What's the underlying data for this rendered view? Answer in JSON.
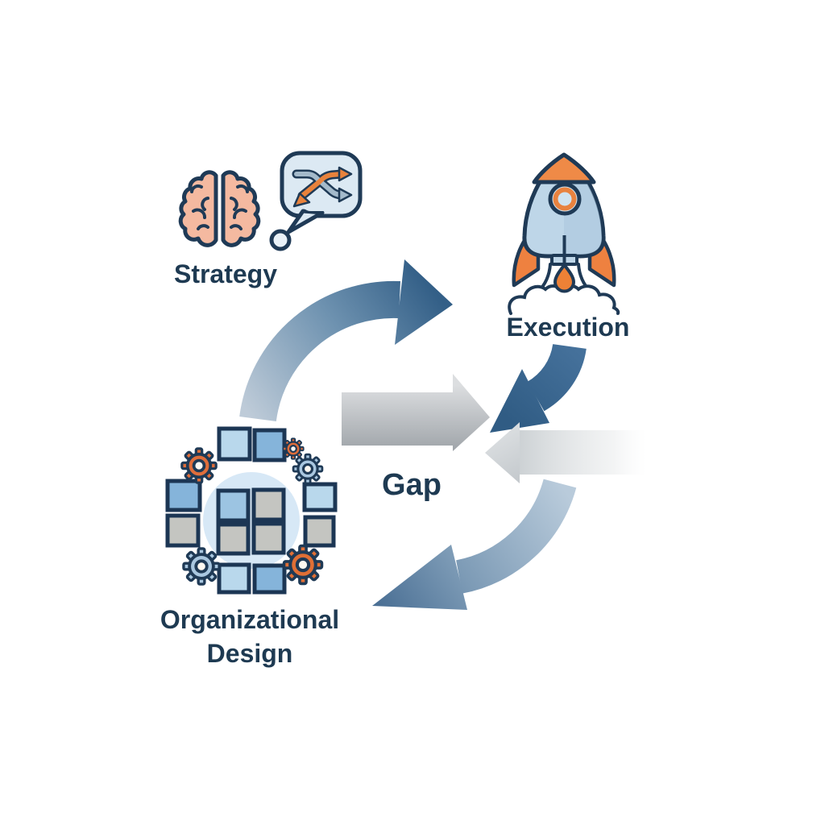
{
  "diagram": {
    "type": "strategy-execution-gap-cycle",
    "labels": {
      "strategy": "Strategy",
      "execution": "Execution",
      "org_design_line1": "Organizational",
      "org_design_line2": "Design",
      "gap": "Gap"
    },
    "icons": [
      "brain-icon",
      "thought-bubble-shuffle-icon",
      "rocket-icon",
      "org-structure-icon"
    ],
    "arrows": [
      {
        "name": "curved-arrow-orgdesign-to-execution",
        "direction": "up-right",
        "style": "blue-gradient"
      },
      {
        "name": "curved-arrow-execution-to-gap",
        "direction": "down-left",
        "style": "blue-solid"
      },
      {
        "name": "gray-arrow-right-to-gap",
        "direction": "right",
        "style": "gray-gradient"
      },
      {
        "name": "gray-arrow-left-to-gap",
        "direction": "left",
        "style": "gray-fading"
      },
      {
        "name": "curved-arrow-execution-to-orgdesign",
        "direction": "down-left",
        "style": "light-blue-gradient"
      }
    ],
    "colors": {
      "background": "#FFFFFF",
      "text": "#1E3A52",
      "outline": "#1F3A56",
      "orange": "#E8763C",
      "light_blue_square": "#B9D8EC",
      "medium_blue_square": "#85B4DA",
      "gray_square": "#C4C5C1",
      "brain_fill": "#F4B9A0",
      "bubble_fill": "#DCE9F3",
      "org_circle_bg": "#D7E8F6",
      "arrow_blue_dark": "#34618A",
      "arrow_blue_light": "#B9CBDB",
      "arrow_gray": "#C9CDD1"
    }
  }
}
